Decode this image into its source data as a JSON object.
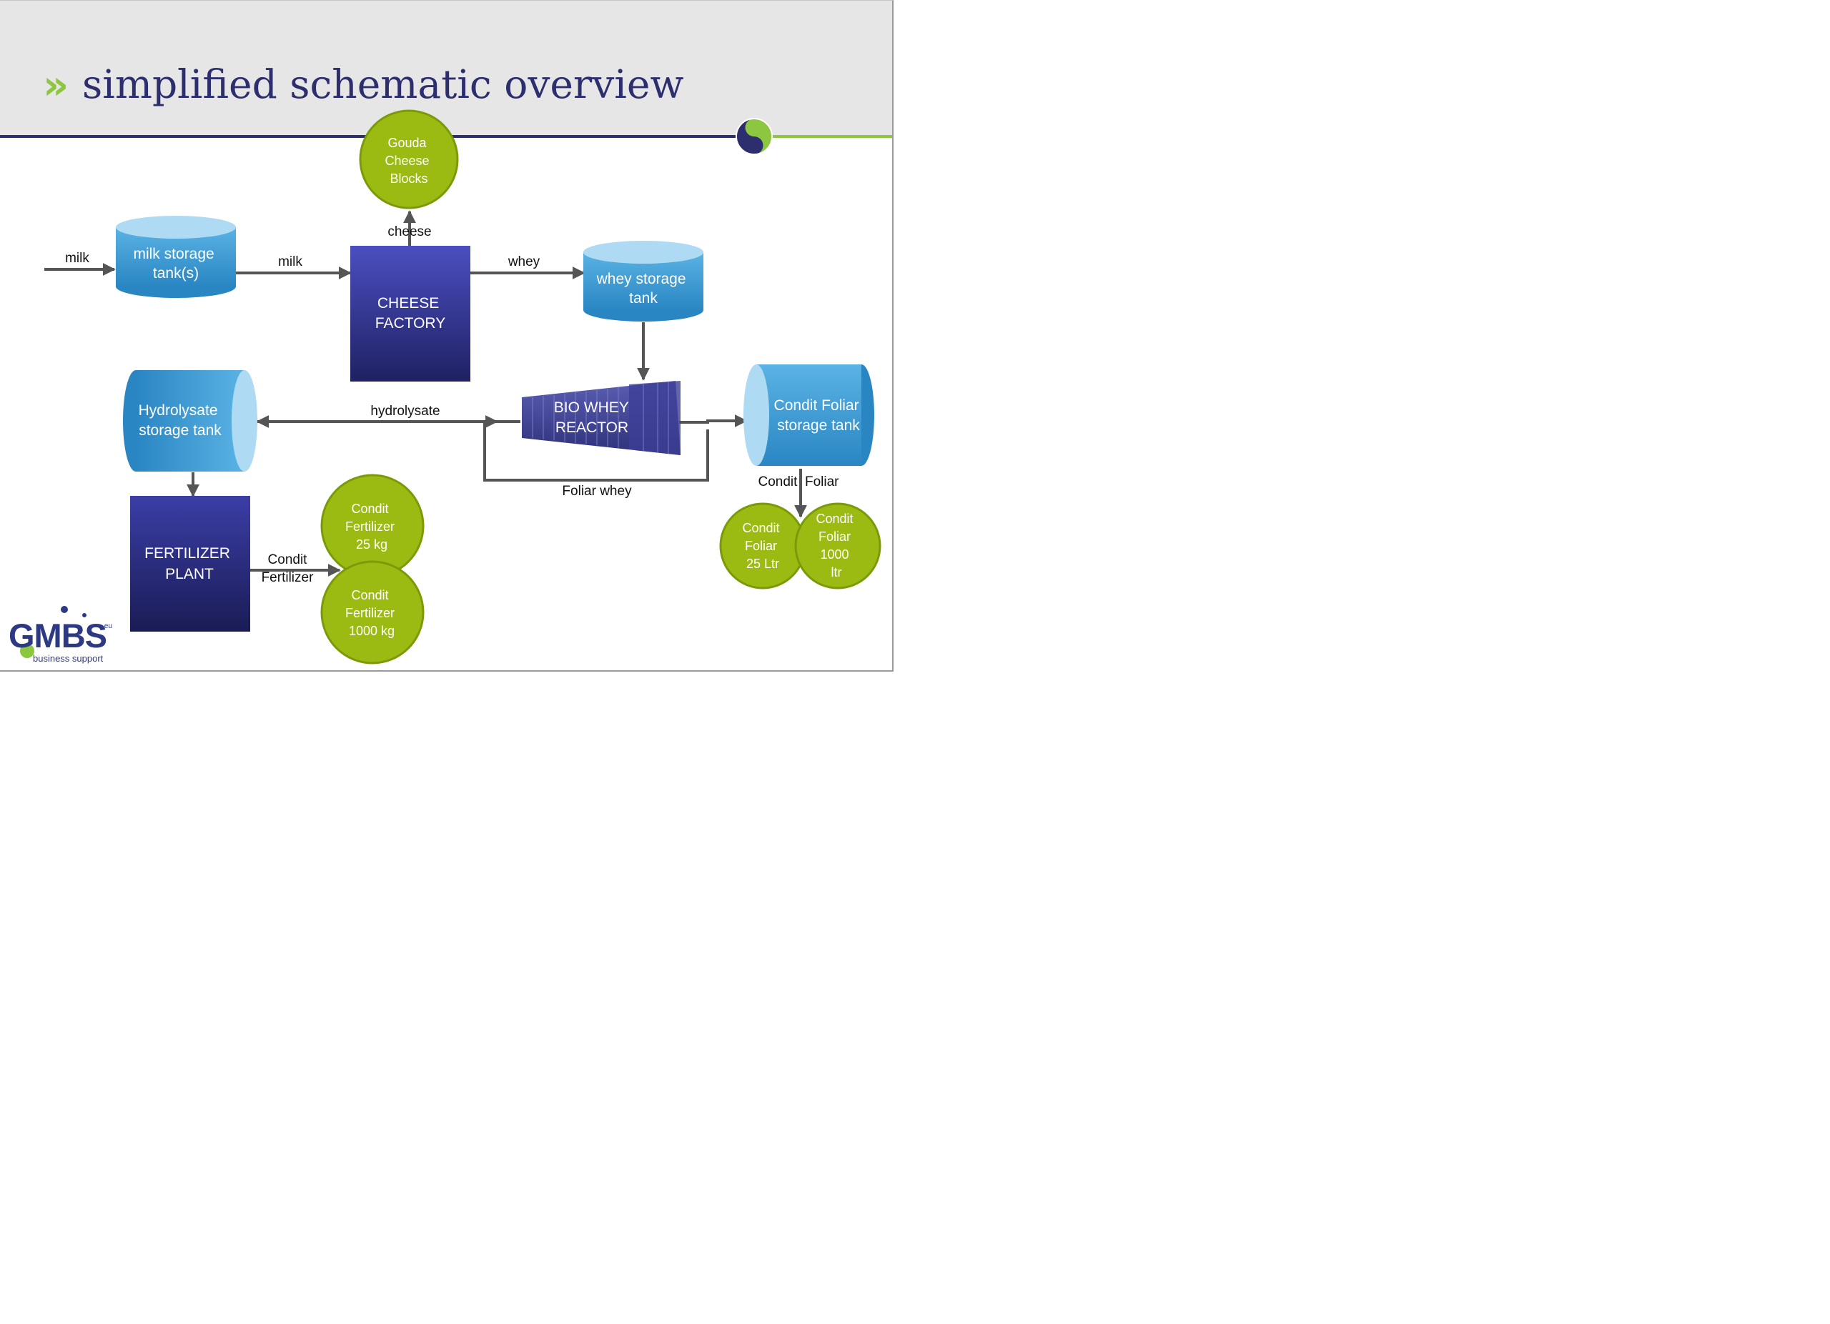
{
  "slide": {
    "title": "simplified schematic overview",
    "title_marker": "»"
  },
  "logo": {
    "name": "GMBS",
    "suffix": ".eu",
    "tagline": "business support"
  },
  "nodes": {
    "milk_tank": [
      "milk storage",
      "tank(s)"
    ],
    "cheese_factory": [
      "CHEESE",
      "FACTORY"
    ],
    "gouda": [
      "Gouda",
      "Cheese",
      "Blocks"
    ],
    "whey_tank": [
      "whey storage",
      "tank"
    ],
    "bio_reactor": [
      "BIO WHEY",
      "REACTOR"
    ],
    "hydrolysate_tank": [
      "Hydrolysate",
      "storage tank"
    ],
    "foliar_tank": [
      "Condit Foliar",
      "storage tank"
    ],
    "fertilizer_plant": [
      "FERTILIZER",
      "PLANT"
    ],
    "fert_25kg": [
      "Condit",
      "Fertilizer",
      "25 kg"
    ],
    "fert_1000kg": [
      "Condit",
      "Fertilizer",
      "1000 kg"
    ],
    "foliar_25l": [
      "Condit",
      "Foliar",
      "25 Ltr"
    ],
    "foliar_1000l": [
      "Condit",
      "Foliar",
      "1000",
      "ltr"
    ]
  },
  "edges": {
    "milk_in": "milk",
    "milk_to_factory": "milk",
    "cheese": "cheese",
    "whey": "whey",
    "hydrolysate": "hydrolysate",
    "foliar_whey": "Foliar whey",
    "condit_foliar": "Condit  Foliar",
    "condit_fertilizer": [
      "Condit",
      "Fertilizer"
    ]
  },
  "colors": {
    "title": "#2d2e6e",
    "accent_green": "#8dc63f",
    "circle_green": "#9bbb12",
    "factory_blue": "#3d3ea0",
    "tank_blue": "#3d9fd6",
    "arrow": "#555555"
  }
}
